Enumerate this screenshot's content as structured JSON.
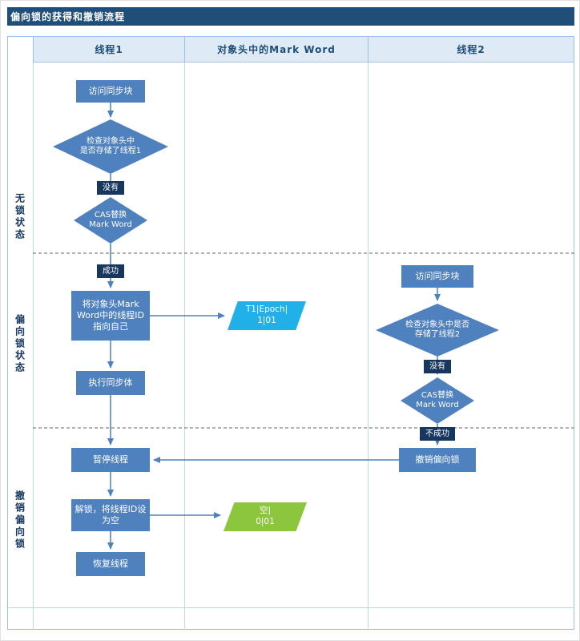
{
  "title": "偏向锁的获得和撤销流程",
  "columns": {
    "col1": "线程1",
    "col2": "对象头中的Mark Word",
    "col3": "线程2"
  },
  "lanes": {
    "lane1": "无锁状态",
    "lane2": "偏向锁状态",
    "lane3": "撤销偏向锁"
  },
  "thread1": {
    "access": "访问同步块",
    "check": "检查对象头中\n是否存储了线程1",
    "check_no": "没有",
    "cas": "CAS替换\nMark Word",
    "cas_success": "成功",
    "point": "将对象头Mark\nWord中的线程ID\n指向自己",
    "exec": "执行同步体",
    "pause": "暂停线程",
    "unlock": "解锁，将线程ID设\n为空",
    "resume": "恢复线程"
  },
  "markword": {
    "biased": "T1|Epoch|\n1|01",
    "empty": "空|\n0|01"
  },
  "thread2": {
    "access": "访问同步块",
    "check": "检查对象头中是否\n存储了线程2",
    "check_no": "没有",
    "cas": "CAS替换\nMark Word",
    "cas_fail": "不成功",
    "revoke": "撤销偏向锁"
  },
  "colors": {
    "title_bg": "#1F4E79",
    "header_bg": "#DEEAF6",
    "process_fill": "#4E81BD",
    "label_box_fill": "#17375E",
    "markword_biased_fill": "#22B0E8",
    "markword_empty_fill": "#8CC63F",
    "arrow": "#4E81BD",
    "grid_border": "#9CC3E5"
  }
}
